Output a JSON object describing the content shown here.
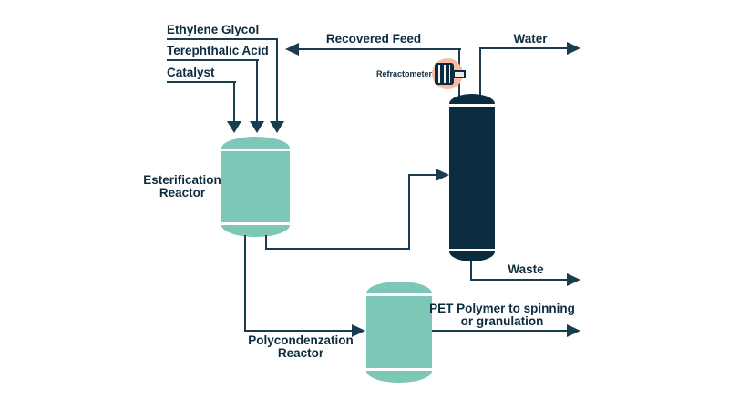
{
  "colors": {
    "line": "#1B3B50",
    "text": "#0D2C3F",
    "vessel": "#7CC7B5",
    "column": "#0A2C3F",
    "badge": "#F6BCA3",
    "stem": "#EAEAEA",
    "background": "#FFFFFF"
  },
  "inputs": {
    "ethylene_glycol": "Ethylene Glycol",
    "terephthalic_acid": "Terephthalic Acid",
    "catalyst": "Catalyst"
  },
  "streams": {
    "recovered_feed": "Recovered Feed",
    "water": "Water",
    "waste": "Waste",
    "pet": {
      "line1": "PET Polymer to spinning",
      "line2": "or granulation"
    }
  },
  "equipment": {
    "esterification_reactor": {
      "line1": "Esterification",
      "line2": "Reactor"
    },
    "polycondenzation_reactor": {
      "line1": "Polycondenzation",
      "line2": "Reactor"
    },
    "refractometer": "Refractometer"
  }
}
